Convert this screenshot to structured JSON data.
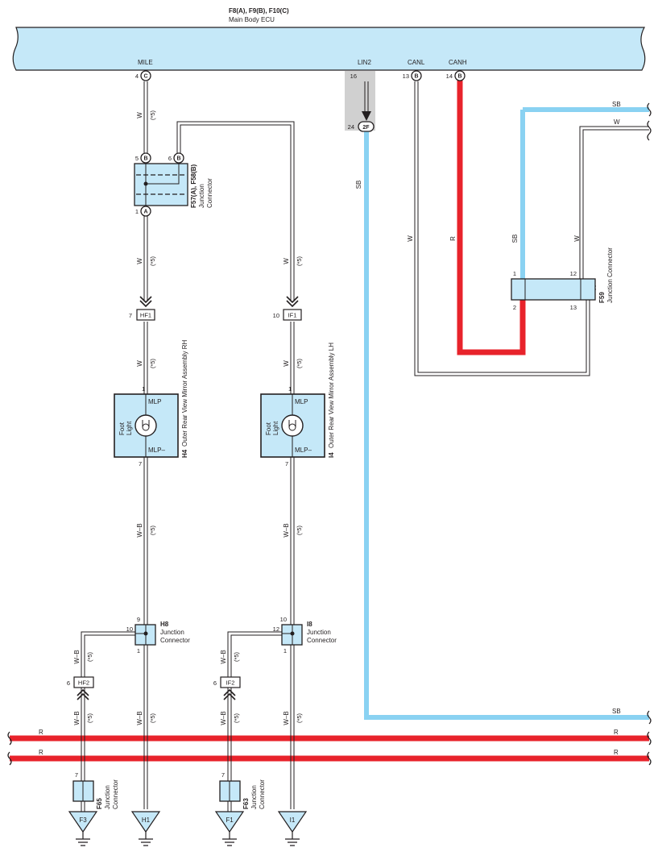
{
  "ecu": {
    "connectors": "F8(A), F9(B), F10(C)",
    "name": "Main Body ECU",
    "signals": {
      "mile": "MILE",
      "lin2": "LIN2",
      "canl": "CANL",
      "canh": "CANH"
    },
    "pins": {
      "mile": {
        "num": "4",
        "conn": "C"
      },
      "lin2": {
        "num": "16"
      },
      "canl": {
        "num": "13",
        "conn": "B"
      },
      "canh": {
        "num": "14",
        "conn": "B"
      }
    }
  },
  "connectors": {
    "f57": {
      "code": "F57(A), F58(B)",
      "line1": "Junction",
      "line2": "Connector",
      "pin_5": "5",
      "pin_5_conn": "B",
      "pin_6": "6",
      "pin_6_conn": "B",
      "pin_1": "1",
      "pin_1_conn": "A"
    },
    "lin_junction": {
      "num": "24",
      "code": "2F"
    },
    "hf1": {
      "num": "7",
      "code": "HF1"
    },
    "if1": {
      "num": "10",
      "code": "IF1"
    },
    "hf2": {
      "num": "6",
      "code": "HF2"
    },
    "if2": {
      "num": "6",
      "code": "IF2"
    },
    "f59": {
      "code": "F59",
      "name": "Junction Connector",
      "pin_1": "1",
      "pin_2": "2",
      "pin_12": "12",
      "pin_13": "13"
    },
    "h8": {
      "code": "H8",
      "line1": "Junction",
      "line2": "Connector",
      "pin_9": "9",
      "pin_10": "10",
      "pin_1": "1"
    },
    "i8": {
      "code": "I8",
      "line1": "Junction",
      "line2": "Connector",
      "pin_10": "10",
      "pin_12": "12",
      "pin_1": "1"
    },
    "f65": {
      "code": "F65",
      "line1": "Junction",
      "line2": "Connector",
      "pin_7": "7"
    },
    "f63": {
      "code": "F63",
      "line1": "Junction",
      "line2": "Connector",
      "pin_7": "7"
    }
  },
  "mirrors": {
    "rh": {
      "code": "H4",
      "name": "Outer Rear View Mirror Assembly RH",
      "mlp": "MLP",
      "mlp_neg": "MLP–",
      "light_l1": "Foot",
      "light_l2": "Light",
      "pin_top": "1",
      "pin_bottom": "7"
    },
    "lh": {
      "code": "I4",
      "name": "Outer Rear View Mirror Assembly LH",
      "mlp": "MLP",
      "mlp_neg": "MLP–",
      "light_l1": "Foot",
      "light_l2": "Light",
      "pin_top": "1",
      "pin_bottom": "7"
    }
  },
  "grounds": {
    "f3": "F3",
    "h1": "H1",
    "f1": "F1",
    "i1": "I1"
  },
  "wire_colors": {
    "w": "W",
    "wb": "W–B",
    "sb": "SB",
    "r": "R"
  },
  "note": "(*5)",
  "colors": {
    "ecu_fill": "#c5e8f8",
    "sb_wire": "#8ad2f2",
    "r_wire": "#e8232b",
    "component_fill": "#c5e8f8",
    "ink": "#231f20"
  }
}
